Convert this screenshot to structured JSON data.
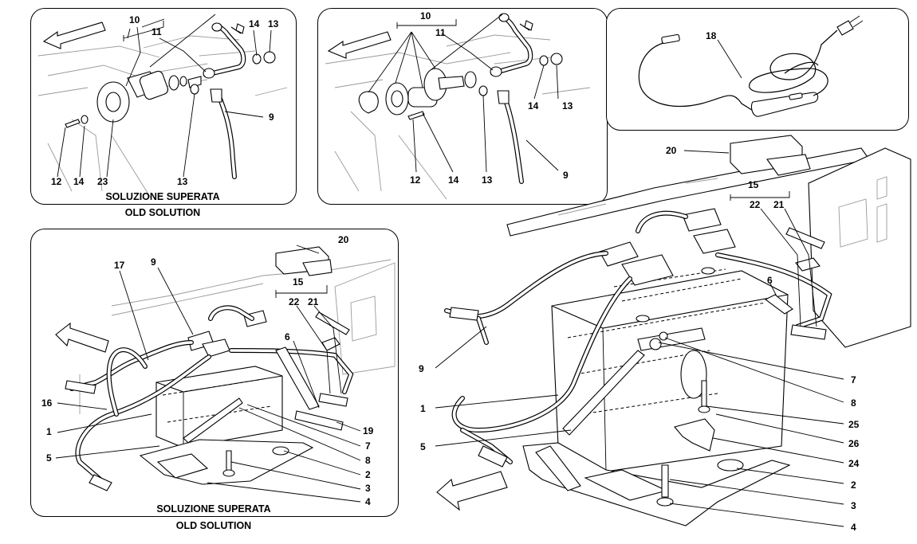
{
  "panels": {
    "top_left": {
      "caption_it": "SOLUZIONE SUPERATA",
      "caption_en": "OLD SOLUTION",
      "labels": [
        "10",
        "11",
        "14",
        "13",
        "9",
        "12",
        "14",
        "23",
        "13"
      ]
    },
    "top_middle": {
      "labels": [
        "10",
        "11",
        "14",
        "13",
        "9",
        "12",
        "14",
        "13"
      ]
    },
    "top_right": {
      "labels": [
        "18"
      ]
    },
    "bottom_left": {
      "caption_it": "SOLUZIONE SUPERATA",
      "caption_en": "OLD SOLUTION",
      "labels": [
        "20",
        "17",
        "9",
        "15",
        "22",
        "21",
        "6",
        "16",
        "1",
        "5",
        "19",
        "7",
        "8",
        "2",
        "3",
        "4"
      ]
    },
    "main": {
      "labels": [
        "20",
        "15",
        "22",
        "21",
        "6",
        "9",
        "1",
        "5",
        "7",
        "8",
        "25",
        "26",
        "24",
        "2",
        "3",
        "4"
      ]
    }
  }
}
